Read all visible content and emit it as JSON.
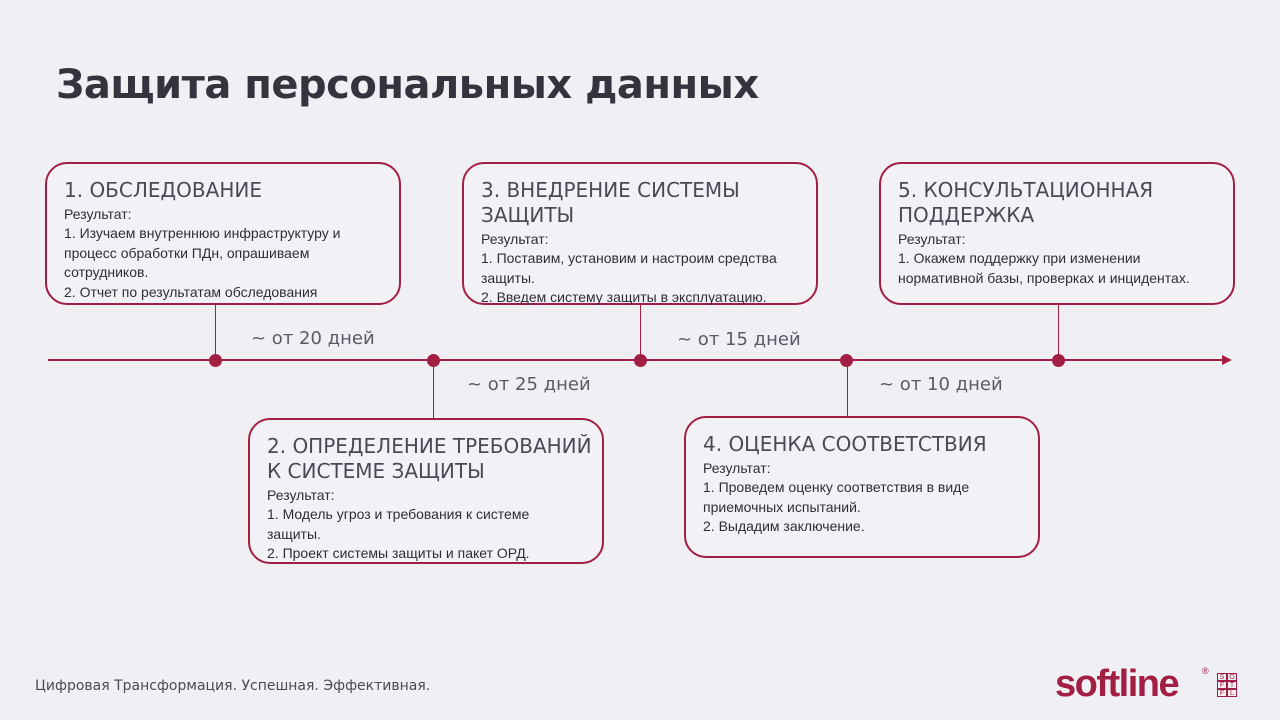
{
  "title": "Защита персональных данных",
  "steps": [
    {
      "heading": "1. ОБСЛЕДОВАНИЕ",
      "result_label": "Результат:",
      "lines": [
        "1. Изучаем внутреннюю инфраструктуру и",
        "процесс обработки ПДн, опрашиваем",
        "сотрудников.",
        "2. Отчет по результатам обследования"
      ]
    },
    {
      "heading": "2. ОПРЕДЕЛЕНИЕ ТРЕБОВАНИЙ К СИСТЕМЕ ЗАЩИТЫ",
      "result_label": "Результат:",
      "lines": [
        "1. Модель угроз и требования к системе",
        "защиты.",
        "2. Проект системы защиты и пакет ОРД."
      ]
    },
    {
      "heading": "3. ВНЕДРЕНИЕ СИСТЕМЫ ЗАЩИТЫ",
      "result_label": "Результат:",
      "lines": [
        "1. Поставим, установим и настроим средства",
        "защиты.",
        "2. Введем систему защиты в эксплуатацию."
      ]
    },
    {
      "heading": "4. ОЦЕНКА СООТВЕТСТВИЯ",
      "result_label": "Результат:",
      "lines": [
        "1. Проведем оценку соответствия в виде",
        "приемочных испытаний.",
        "2. Выдадим заключение."
      ]
    },
    {
      "heading": "5. КОНСУЛЬТАЦИОННАЯ ПОДДЕРЖКА",
      "result_label": "Результат:",
      "lines": [
        "1. Окажем поддержку при изменении",
        "нормативной базы, проверках и инцидентах."
      ]
    }
  ],
  "durations": [
    "~ от 20 дней",
    "~ от 25 дней",
    "~ от 15 дней",
    "~ от 10 дней"
  ],
  "footer": "Цифровая Трансформация. Успешная. Эффективная.",
  "logo": {
    "word": "softline",
    "reg": "®",
    "grid": [
      "S",
      "O",
      "F",
      "T",
      "F",
      "L"
    ]
  },
  "colors": {
    "accent": "#a31e43",
    "background": "#f0f0f4"
  }
}
